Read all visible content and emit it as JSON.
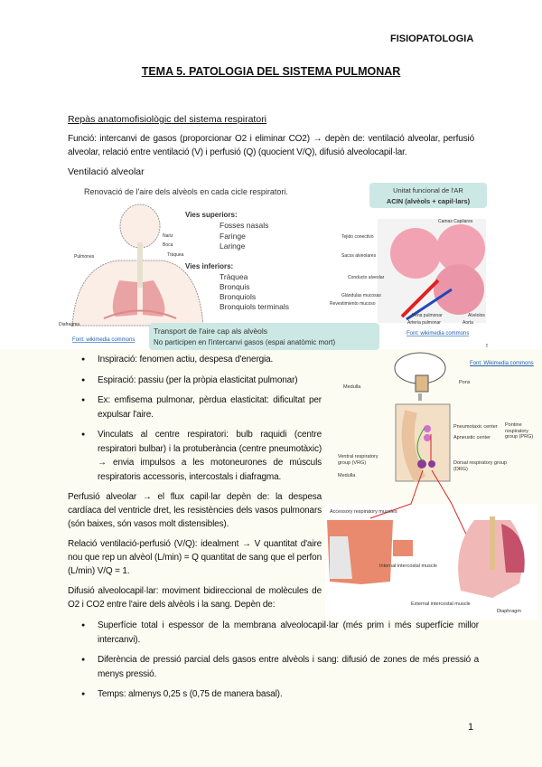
{
  "header": {
    "subject": "FISIOPATOLOGIA"
  },
  "title": "TEMA 5. PATOLOGIA DEL SISTEMA PULMONAR",
  "section_heading": "Repàs anatomofisiològic del sistema respiratori",
  "function_paragraph": "Funció: intercanvi de gasos (proporcionar O2 i eliminar CO2) → depèn de: ventilació alveolar, perfusió alveolar, relació entre ventilació (V) i perfusió (Q) (quocient V/Q), difusió alveolocapil·lar.",
  "ventilation_heading": "Ventilació alveolar",
  "figure1": {
    "caption_top": "Renovació de l'aire dels alvèols en cada cicle respiratori.",
    "upper_title": "Vies superiors:",
    "upper": [
      "Fosses nasals",
      "Faringe",
      "Laringe"
    ],
    "lower_title": "Vies inferiors:",
    "lower": [
      "Tràquea",
      "Bronquis",
      "Bronquiols",
      "Bronquiols terminals"
    ],
    "body_labels": [
      "Nariz",
      "Boca",
      "Tráquea",
      "Pulmones",
      "Diafragma"
    ],
    "source_left": "Font: wikimedia commons",
    "acin_box": [
      "Unitat funcional de l'AR",
      "ACIN (alvèols + capil·lars)"
    ],
    "acin_labels": [
      "Camas Capilares",
      "Tejido conectivo",
      "Sacos alveolares",
      "Conducto alveolar",
      "Glándulas mucosas",
      "Revestimiento mucoso",
      "Vena pulmonar",
      "Arteria pulmonar",
      "Aorta",
      "Alvéolos"
    ],
    "source_right": "Font: wikimedia commons",
    "transport_box": [
      "Transport de l'aire cap als alvèols",
      "No participen en l'intercanvi gasos (espai anatòmic mort)"
    ],
    "slide_number": "5"
  },
  "bullets": [
    "Inspiració: fenomen actiu, despesa d'energia.",
    "Espiració: passiu (per la pròpia elasticitat pulmonar)",
    "Ex: emfisema pulmonar, pèrdua elasticitat: dificultat per expulsar l'aire.",
    "Vinculats al centre respiratori: bulb raquidi (centre respiratori bulbar) i la protuberància (centre pneumotàxic) → envia impulsos a les motoneurones de músculs respiratoris accessoris, intercostals i diafragma."
  ],
  "perfusion": "Perfusió alveolar → el flux capil·lar depèn de: la despesa cardíaca del ventricle dret, les resistències dels vasos pulmonars (són baixes, són vasos molt distensibles).",
  "vq": "Relació ventilació-perfusió (V/Q): idealment → V quantitat d'aire nou que rep un alvèol (L/min) = Q quantitat de sang que el perfon (L/min) V/Q = 1.",
  "diffusion": "Difusió alveolocapil·lar: moviment bidireccional de molècules de O2 i CO2 entre l'aire dels alvèols i la sang. Depèn de:",
  "diffusion_bullets": [
    "Superfície total i espessor de la membrana alveolocapil·lar (més prim i més superfície millor intercanvi).",
    "Diferència de pressió parcial dels gasos entre alvèols i sang: difusió de zones de més pressió a menys pressió.",
    "Temps: almenys 0,25 s (0,75 de manera basal)."
  ],
  "figure2": {
    "source": "Font: Wikimedia commons",
    "labels": [
      "Medulla",
      "Pons",
      "Pneumotaxic center",
      "Apneustic center",
      "Pontine respiratory group (PRG)",
      "Ventral respiratory group (VRG)",
      "Dorsal respiratory group (DRG)",
      "Medulla",
      "Accessory respiratory muscles",
      "Internal intercostal muscle",
      "External intercostal muscle",
      "Diaphragm"
    ]
  },
  "page_number": "1"
}
